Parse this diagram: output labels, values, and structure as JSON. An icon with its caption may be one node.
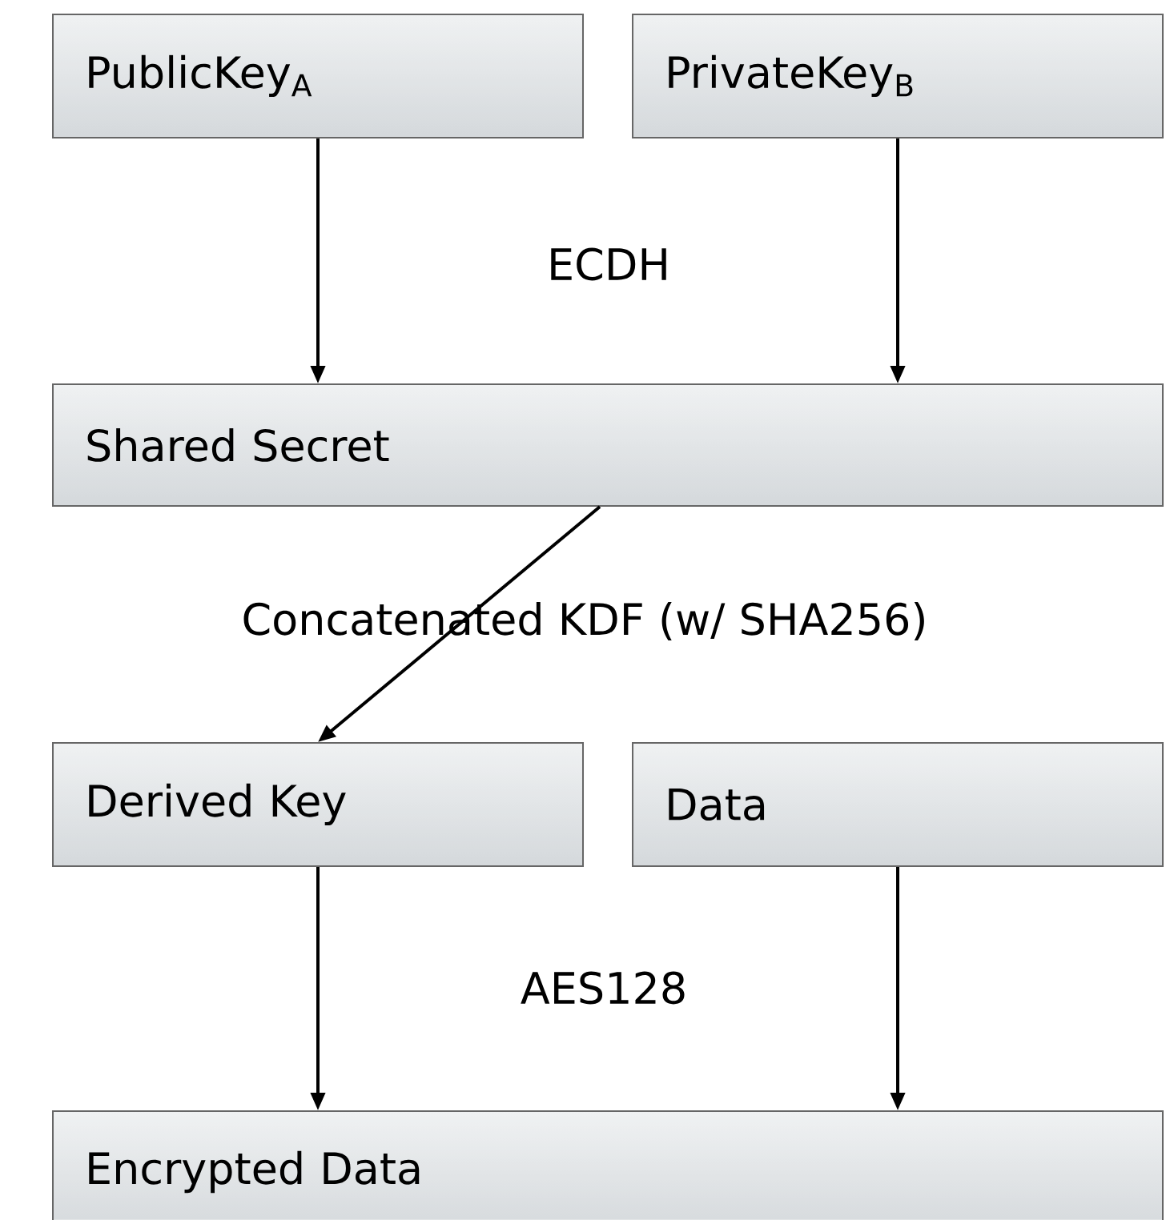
{
  "diagram": {
    "nodes": [
      {
        "text": [
          "PublicKey$_{A}$"
        ]
      },
      {
        "text": [
          "PrivateKey$_{B}$"
        ]
      },
      {
        "text": [
          "Shared Secret"
        ]
      },
      {
        "text": [
          "Derived Key"
        ]
      },
      {
        "text": [
          "Data"
        ]
      },
      {
        "text": [
          "Encrypted Data"
        ]
      }
    ],
    "edges": [
      {
        "from": 0,
        "to": 2,
        "arrow": "to"
      },
      {
        "from": 1,
        "to": 2,
        "arrow": "to"
      },
      {
        "from": 2,
        "to": 3,
        "arrow": "to",
        "label": "Concatenated KDF (w/ SHA256)"
      },
      {
        "from": 3,
        "to": 5,
        "arrow": "to"
      },
      {
        "from": 4,
        "to": 5,
        "arrow": "to"
      }
    ],
    "labels": [
      "ECDH",
      "AES128"
    ]
  }
}
